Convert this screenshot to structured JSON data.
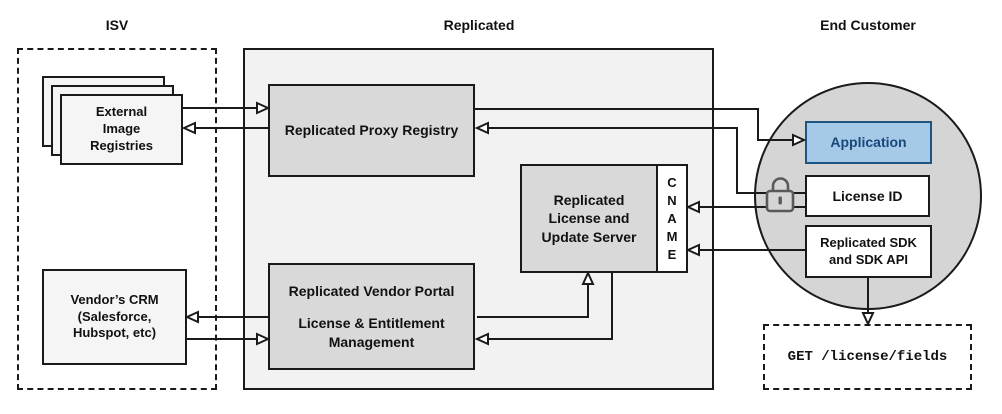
{
  "titles": {
    "isv": "ISV",
    "replicated": "Replicated",
    "end_customer": "End Customer"
  },
  "boxes": {
    "registries": "External Image Registries",
    "crm": "Vendor’s CRM (Salesforce, Hubspot, etc)",
    "proxy_registry": "Replicated Proxy Registry",
    "license_update_server": "Replicated License and Update Server",
    "cname": "CNAME",
    "vendor_portal_title": "Replicated Vendor Portal",
    "vendor_portal_subtitle": "License & Entitlement Management",
    "application": "Application",
    "license_id": "License ID",
    "sdk": "Replicated SDK and SDK API",
    "request": "GET /license/fields"
  },
  "icons": {
    "unlock": "unlock-icon"
  },
  "colors": {
    "line": "#1a1a1a",
    "container_fill": "#f2f2f2",
    "node_fill": "#d9d9d9",
    "light_node_fill": "#f5f5f5",
    "circle_fill": "#d5d5d5",
    "application_fill": "#a6c9e8",
    "application_border": "#1f5582",
    "application_text": "#17497a",
    "lock": "#595959"
  },
  "edges": [
    {
      "from": "external-image-registries",
      "to": "replicated-proxy-registry"
    },
    {
      "from": "replicated-proxy-registry",
      "to": "external-image-registries"
    },
    {
      "from": "replicated-proxy-registry",
      "to": "application"
    },
    {
      "from": "license-id",
      "to": "replicated-proxy-registry"
    },
    {
      "from": "license-id",
      "to": "cname"
    },
    {
      "from": "replicated-sdk",
      "to": "cname"
    },
    {
      "from": "replicated-vendor-portal",
      "to": "replicated-license-update-server"
    },
    {
      "from": "replicated-license-update-server",
      "to": "replicated-vendor-portal"
    },
    {
      "from": "replicated-vendor-portal",
      "to": "vendors-crm"
    },
    {
      "from": "vendors-crm",
      "to": "replicated-vendor-portal"
    },
    {
      "from": "replicated-sdk",
      "to": "get-license-fields"
    }
  ]
}
